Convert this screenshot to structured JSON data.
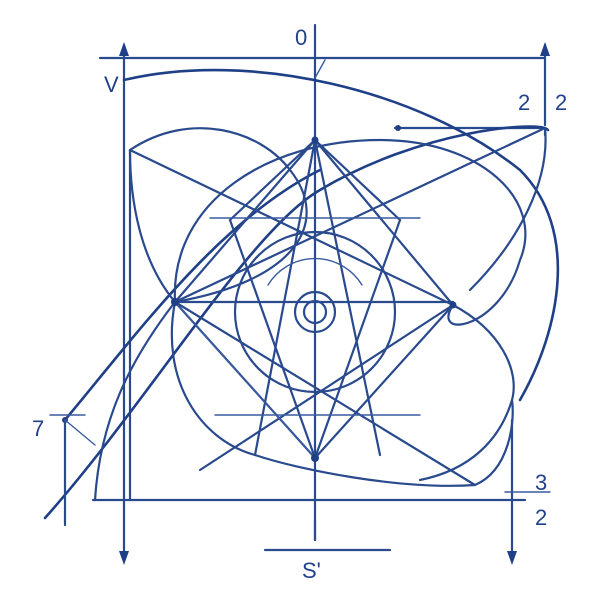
{
  "labels": {
    "top_center": "0",
    "top_left": "V",
    "top_right_a": "2",
    "top_right_b": "2",
    "left_mark": "7",
    "bottom_right_a": "3",
    "bottom_right_b": "2",
    "bottom_center": "S'"
  },
  "colors": {
    "ink": "#2a4a8e",
    "background": "#ffffff"
  }
}
